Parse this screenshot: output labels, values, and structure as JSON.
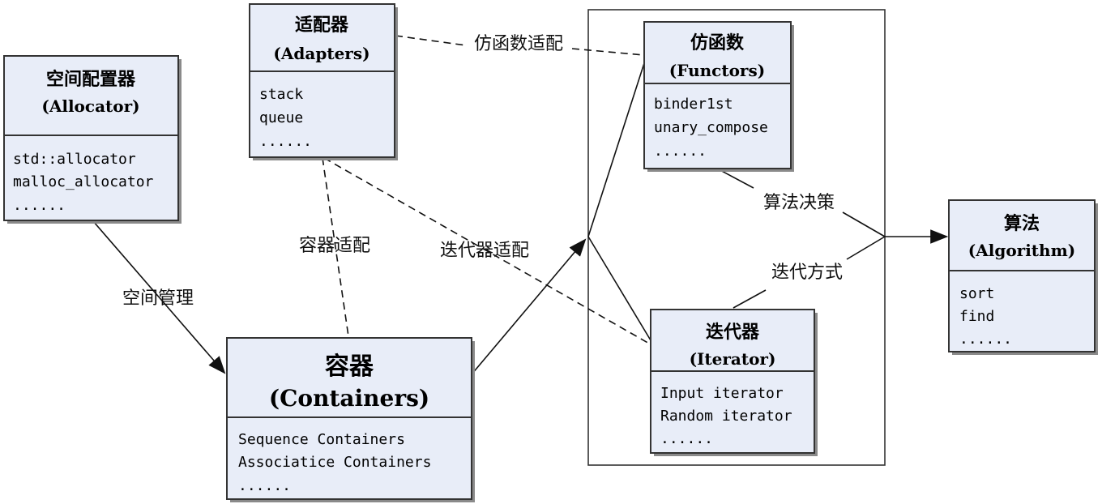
{
  "colors": {
    "box_fill": "#e8edf8",
    "border": "#333333",
    "background": "#ffffff"
  },
  "nodes": {
    "allocator": {
      "title": "空间配置器",
      "subtitle": "(Allocator)",
      "items": [
        "std::allocator",
        "malloc_allocator",
        "......"
      ]
    },
    "adapters": {
      "title": "适配器",
      "subtitle": "(Adapters)",
      "items": [
        "stack",
        "queue",
        "......"
      ]
    },
    "containers": {
      "title": "容器",
      "subtitle": "(Containers)",
      "items": [
        "Sequence Containers",
        "Associatice Containers",
        "......"
      ]
    },
    "functors": {
      "title": "仿函数",
      "subtitle": "(Functors)",
      "items": [
        "binder1st",
        "unary_compose",
        "......"
      ]
    },
    "iterator": {
      "title": "迭代器",
      "subtitle": "(Iterator)",
      "items": [
        "Input iterator",
        "Random iterator",
        "......"
      ]
    },
    "algorithm": {
      "title": "算法",
      "subtitle": "(Algorithm)",
      "items": [
        "sort",
        "find",
        "......"
      ]
    }
  },
  "edges": {
    "space_management": "空间管理",
    "container_adaptation": "容器适配",
    "iterator_adaptation": "迭代器适配",
    "functor_adaptation": "仿函数适配",
    "algorithm_policy": "算法决策",
    "iteration_method": "迭代方式"
  }
}
